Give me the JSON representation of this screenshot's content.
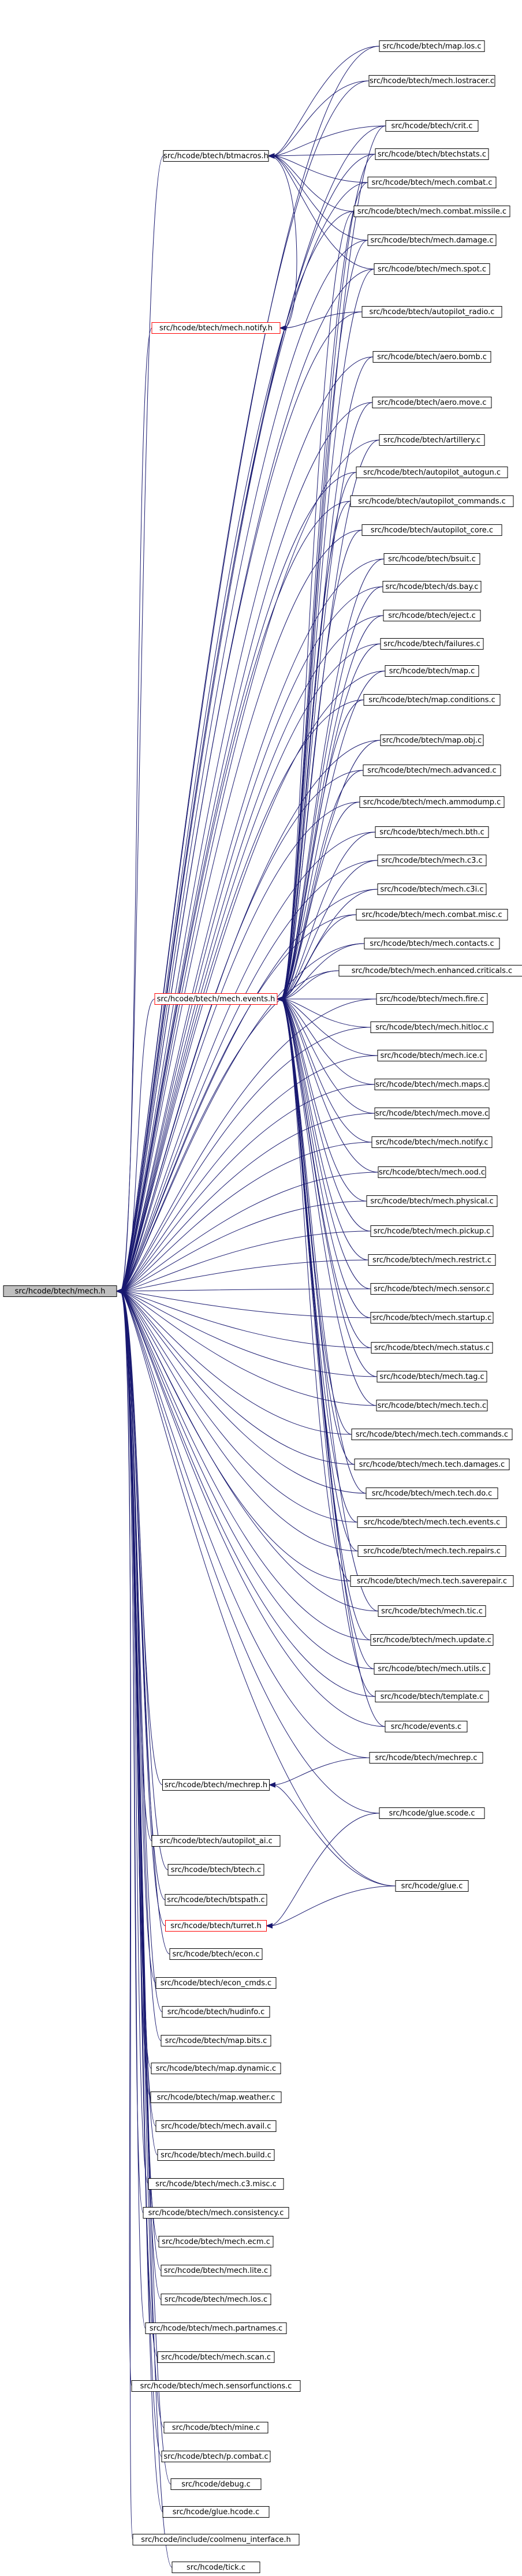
{
  "diagram": {
    "type": "include-dependency-graph",
    "colors": {
      "edge": "#191970",
      "node_border": "#000000",
      "node_border_highlight": "#ff0000",
      "root_fill": "#bfbfbf",
      "node_fill": "#ffffff"
    },
    "nodes": [
      {
        "id": "mech_h",
        "label": "src/hcode/btech/mech.h",
        "root": true
      },
      {
        "id": "btmacros_h",
        "label": "src/hcode/btech/btmacros.h"
      },
      {
        "id": "mech_notify_h",
        "label": "src/hcode/btech/mech.notify.h",
        "red": true
      },
      {
        "id": "mech_events_h",
        "label": "src/hcode/btech/mech.events.h",
        "red": true
      },
      {
        "id": "mechrep_h",
        "label": "src/hcode/btech/mechrep.h"
      },
      {
        "id": "turret_h",
        "label": "src/hcode/btech/turret.h",
        "red": true
      },
      {
        "id": "map_los_c",
        "label": "src/hcode/btech/map.los.c"
      },
      {
        "id": "mech_lostracer_c",
        "label": "src/hcode/btech/mech.lostracer.c"
      },
      {
        "id": "crit_c",
        "label": "src/hcode/btech/crit.c"
      },
      {
        "id": "btechstats_c",
        "label": "src/hcode/btech/btechstats.c"
      },
      {
        "id": "mech_combat_c",
        "label": "src/hcode/btech/mech.combat.c"
      },
      {
        "id": "mech_combat_missile_c",
        "label": "src/hcode/btech/mech.combat.missile.c"
      },
      {
        "id": "mech_damage_c",
        "label": "src/hcode/btech/mech.damage.c"
      },
      {
        "id": "mech_spot_c",
        "label": "src/hcode/btech/mech.spot.c"
      },
      {
        "id": "autopilot_radio_c",
        "label": "src/hcode/btech/autopilot_radio.c"
      },
      {
        "id": "aero_bomb_c",
        "label": "src/hcode/btech/aero.bomb.c"
      },
      {
        "id": "aero_move_c",
        "label": "src/hcode/btech/aero.move.c"
      },
      {
        "id": "artillery_c",
        "label": "src/hcode/btech/artillery.c"
      },
      {
        "id": "autopilot_autogun_c",
        "label": "src/hcode/btech/autopilot_autogun.c"
      },
      {
        "id": "autopilot_commands_c",
        "label": "src/hcode/btech/autopilot_commands.c"
      },
      {
        "id": "autopilot_core_c",
        "label": "src/hcode/btech/autopilot_core.c"
      },
      {
        "id": "bsuit_c",
        "label": "src/hcode/btech/bsuit.c"
      },
      {
        "id": "ds_bay_c",
        "label": "src/hcode/btech/ds.bay.c"
      },
      {
        "id": "eject_c",
        "label": "src/hcode/btech/eject.c"
      },
      {
        "id": "failures_c",
        "label": "src/hcode/btech/failures.c"
      },
      {
        "id": "map_c",
        "label": "src/hcode/btech/map.c"
      },
      {
        "id": "map_conditions_c",
        "label": "src/hcode/btech/map.conditions.c"
      },
      {
        "id": "map_obj_c",
        "label": "src/hcode/btech/map.obj.c"
      },
      {
        "id": "mech_advanced_c",
        "label": "src/hcode/btech/mech.advanced.c"
      },
      {
        "id": "mech_ammodump_c",
        "label": "src/hcode/btech/mech.ammodump.c"
      },
      {
        "id": "mech_bth_c",
        "label": "src/hcode/btech/mech.bth.c"
      },
      {
        "id": "mech_c3_c",
        "label": "src/hcode/btech/mech.c3.c"
      },
      {
        "id": "mech_c3i_c",
        "label": "src/hcode/btech/mech.c3i.c"
      },
      {
        "id": "mech_combat_misc_c",
        "label": "src/hcode/btech/mech.combat.misc.c"
      },
      {
        "id": "mech_contacts_c",
        "label": "src/hcode/btech/mech.contacts.c"
      },
      {
        "id": "mech_enhanced_criticals_c",
        "label": "src/hcode/btech/mech.enhanced.criticals.c"
      },
      {
        "id": "mech_fire_c",
        "label": "src/hcode/btech/mech.fire.c"
      },
      {
        "id": "mech_hitloc_c",
        "label": "src/hcode/btech/mech.hitloc.c"
      },
      {
        "id": "mech_ice_c",
        "label": "src/hcode/btech/mech.ice.c"
      },
      {
        "id": "mech_maps_c",
        "label": "src/hcode/btech/mech.maps.c"
      },
      {
        "id": "mech_move_c",
        "label": "src/hcode/btech/mech.move.c"
      },
      {
        "id": "mech_notify_c",
        "label": "src/hcode/btech/mech.notify.c"
      },
      {
        "id": "mech_ood_c",
        "label": "src/hcode/btech/mech.ood.c"
      },
      {
        "id": "mech_physical_c",
        "label": "src/hcode/btech/mech.physical.c"
      },
      {
        "id": "mech_pickup_c",
        "label": "src/hcode/btech/mech.pickup.c"
      },
      {
        "id": "mech_restrict_c",
        "label": "src/hcode/btech/mech.restrict.c"
      },
      {
        "id": "mech_sensor_c",
        "label": "src/hcode/btech/mech.sensor.c"
      },
      {
        "id": "mech_startup_c",
        "label": "src/hcode/btech/mech.startup.c"
      },
      {
        "id": "mech_status_c",
        "label": "src/hcode/btech/mech.status.c"
      },
      {
        "id": "mech_tag_c",
        "label": "src/hcode/btech/mech.tag.c"
      },
      {
        "id": "mech_tech_c",
        "label": "src/hcode/btech/mech.tech.c"
      },
      {
        "id": "mech_tech_commands_c",
        "label": "src/hcode/btech/mech.tech.commands.c"
      },
      {
        "id": "mech_tech_damages_c",
        "label": "src/hcode/btech/mech.tech.damages.c"
      },
      {
        "id": "mech_tech_do_c",
        "label": "src/hcode/btech/mech.tech.do.c"
      },
      {
        "id": "mech_tech_events_c",
        "label": "src/hcode/btech/mech.tech.events.c"
      },
      {
        "id": "mech_tech_repairs_c",
        "label": "src/hcode/btech/mech.tech.repairs.c"
      },
      {
        "id": "mech_tech_saverepair_c",
        "label": "src/hcode/btech/mech.tech.saverepair.c"
      },
      {
        "id": "mech_tic_c",
        "label": "src/hcode/btech/mech.tic.c"
      },
      {
        "id": "mech_update_c",
        "label": "src/hcode/btech/mech.update.c"
      },
      {
        "id": "mech_utils_c",
        "label": "src/hcode/btech/mech.utils.c"
      },
      {
        "id": "template_c",
        "label": "src/hcode/btech/template.c"
      },
      {
        "id": "events_c",
        "label": "src/hcode/events.c"
      },
      {
        "id": "mechrep_c",
        "label": "src/hcode/btech/mechrep.c"
      },
      {
        "id": "glue_scode_c",
        "label": "src/hcode/glue.scode.c"
      },
      {
        "id": "glue_c",
        "label": "src/hcode/glue.c"
      },
      {
        "id": "autopilot_ai_c",
        "label": "src/hcode/btech/autopilot_ai.c"
      },
      {
        "id": "btech_c",
        "label": "src/hcode/btech/btech.c"
      },
      {
        "id": "btspath_c",
        "label": "src/hcode/btech/btspath.c"
      },
      {
        "id": "econ_c",
        "label": "src/hcode/btech/econ.c"
      },
      {
        "id": "econ_cmds_c",
        "label": "src/hcode/btech/econ_cmds.c"
      },
      {
        "id": "hudinfo_c",
        "label": "src/hcode/btech/hudinfo.c"
      },
      {
        "id": "map_bits_c",
        "label": "src/hcode/btech/map.bits.c"
      },
      {
        "id": "map_dynamic_c",
        "label": "src/hcode/btech/map.dynamic.c"
      },
      {
        "id": "map_weather_c",
        "label": "src/hcode/btech/map.weather.c"
      },
      {
        "id": "mech_avail_c",
        "label": "src/hcode/btech/mech.avail.c"
      },
      {
        "id": "mech_build_c",
        "label": "src/hcode/btech/mech.build.c"
      },
      {
        "id": "mech_c3_misc_c",
        "label": "src/hcode/btech/mech.c3.misc.c"
      },
      {
        "id": "mech_consistency_c",
        "label": "src/hcode/btech/mech.consistency.c"
      },
      {
        "id": "mech_ecm_c",
        "label": "src/hcode/btech/mech.ecm.c"
      },
      {
        "id": "mech_lite_c",
        "label": "src/hcode/btech/mech.lite.c"
      },
      {
        "id": "mech_los_c",
        "label": "src/hcode/btech/mech.los.c"
      },
      {
        "id": "mech_partnames_c",
        "label": "src/hcode/btech/mech.partnames.c"
      },
      {
        "id": "mech_scan_c",
        "label": "src/hcode/btech/mech.scan.c"
      },
      {
        "id": "mech_sensorfunctions_c",
        "label": "src/hcode/btech/mech.sensorfunctions.c"
      },
      {
        "id": "mine_c",
        "label": "src/hcode/btech/mine.c"
      },
      {
        "id": "p_combat_c",
        "label": "src/hcode/btech/p.combat.c"
      },
      {
        "id": "debug_c",
        "label": "src/hcode/debug.c"
      },
      {
        "id": "glue_hcode_c",
        "label": "src/hcode/glue.hcode.c"
      },
      {
        "id": "coolmenu_interface_h",
        "label": "src/hcode/include/coolmenu_interface.h"
      },
      {
        "id": "tick_c",
        "label": "src/hcode/tick.c"
      }
    ],
    "edges": [
      [
        "mech_h",
        "btmacros_h"
      ],
      [
        "mech_h",
        "mech_notify_h"
      ],
      [
        "mech_h",
        "mech_events_h"
      ],
      [
        "mech_h",
        "mechrep_h"
      ],
      [
        "mech_h",
        "turret_h"
      ],
      [
        "mech_h",
        "map_los_c"
      ],
      [
        "mech_h",
        "mech_lostracer_c"
      ],
      [
        "mech_h",
        "crit_c"
      ],
      [
        "mech_h",
        "btechstats_c"
      ],
      [
        "mech_h",
        "mech_combat_c"
      ],
      [
        "mech_h",
        "mech_combat_missile_c"
      ],
      [
        "mech_h",
        "mech_damage_c"
      ],
      [
        "mech_h",
        "mech_spot_c"
      ],
      [
        "mech_h",
        "autopilot_radio_c"
      ],
      [
        "mech_h",
        "aero_bomb_c"
      ],
      [
        "mech_h",
        "aero_move_c"
      ],
      [
        "mech_h",
        "artillery_c"
      ],
      [
        "mech_h",
        "autopilot_autogun_c"
      ],
      [
        "mech_h",
        "autopilot_commands_c"
      ],
      [
        "mech_h",
        "autopilot_core_c"
      ],
      [
        "mech_h",
        "bsuit_c"
      ],
      [
        "mech_h",
        "ds_bay_c"
      ],
      [
        "mech_h",
        "eject_c"
      ],
      [
        "mech_h",
        "failures_c"
      ],
      [
        "mech_h",
        "map_c"
      ],
      [
        "mech_h",
        "map_conditions_c"
      ],
      [
        "mech_h",
        "map_obj_c"
      ],
      [
        "mech_h",
        "mech_advanced_c"
      ],
      [
        "mech_h",
        "mech_ammodump_c"
      ],
      [
        "mech_h",
        "mech_bth_c"
      ],
      [
        "mech_h",
        "mech_c3_c"
      ],
      [
        "mech_h",
        "mech_c3i_c"
      ],
      [
        "mech_h",
        "mech_combat_misc_c"
      ],
      [
        "mech_h",
        "mech_contacts_c"
      ],
      [
        "mech_h",
        "mech_enhanced_criticals_c"
      ],
      [
        "mech_h",
        "mech_fire_c"
      ],
      [
        "mech_h",
        "mech_hitloc_c"
      ],
      [
        "mech_h",
        "mech_ice_c"
      ],
      [
        "mech_h",
        "mech_maps_c"
      ],
      [
        "mech_h",
        "mech_move_c"
      ],
      [
        "mech_h",
        "mech_notify_c"
      ],
      [
        "mech_h",
        "mech_ood_c"
      ],
      [
        "mech_h",
        "mech_physical_c"
      ],
      [
        "mech_h",
        "mech_pickup_c"
      ],
      [
        "mech_h",
        "mech_restrict_c"
      ],
      [
        "mech_h",
        "mech_sensor_c"
      ],
      [
        "mech_h",
        "mech_startup_c"
      ],
      [
        "mech_h",
        "mech_status_c"
      ],
      [
        "mech_h",
        "mech_tag_c"
      ],
      [
        "mech_h",
        "mech_tech_c"
      ],
      [
        "mech_h",
        "mech_tech_commands_c"
      ],
      [
        "mech_h",
        "mech_tech_damages_c"
      ],
      [
        "mech_h",
        "mech_tech_do_c"
      ],
      [
        "mech_h",
        "mech_tech_events_c"
      ],
      [
        "mech_h",
        "mech_tech_repairs_c"
      ],
      [
        "mech_h",
        "mech_tech_saverepair_c"
      ],
      [
        "mech_h",
        "mech_tic_c"
      ],
      [
        "mech_h",
        "mech_update_c"
      ],
      [
        "mech_h",
        "mech_utils_c"
      ],
      [
        "mech_h",
        "template_c"
      ],
      [
        "mech_h",
        "events_c"
      ],
      [
        "mech_h",
        "mechrep_c"
      ],
      [
        "mech_h",
        "glue_scode_c"
      ],
      [
        "mech_h",
        "glue_c"
      ],
      [
        "mech_h",
        "autopilot_ai_c"
      ],
      [
        "mech_h",
        "btech_c"
      ],
      [
        "mech_h",
        "btspath_c"
      ],
      [
        "mech_h",
        "econ_c"
      ],
      [
        "mech_h",
        "econ_cmds_c"
      ],
      [
        "mech_h",
        "hudinfo_c"
      ],
      [
        "mech_h",
        "map_bits_c"
      ],
      [
        "mech_h",
        "map_dynamic_c"
      ],
      [
        "mech_h",
        "map_weather_c"
      ],
      [
        "mech_h",
        "mech_avail_c"
      ],
      [
        "mech_h",
        "mech_build_c"
      ],
      [
        "mech_h",
        "mech_c3_misc_c"
      ],
      [
        "mech_h",
        "mech_consistency_c"
      ],
      [
        "mech_h",
        "mech_ecm_c"
      ],
      [
        "mech_h",
        "mech_lite_c"
      ],
      [
        "mech_h",
        "mech_los_c"
      ],
      [
        "mech_h",
        "mech_partnames_c"
      ],
      [
        "mech_h",
        "mech_scan_c"
      ],
      [
        "mech_h",
        "mech_sensorfunctions_c"
      ],
      [
        "mech_h",
        "mine_c"
      ],
      [
        "mech_h",
        "p_combat_c"
      ],
      [
        "mech_h",
        "debug_c"
      ],
      [
        "mech_h",
        "glue_hcode_c"
      ],
      [
        "mech_h",
        "coolmenu_interface_h"
      ],
      [
        "mech_h",
        "tick_c"
      ],
      [
        "btmacros_h",
        "map_los_c"
      ],
      [
        "btmacros_h",
        "mech_lostracer_c"
      ],
      [
        "btmacros_h",
        "crit_c"
      ],
      [
        "btmacros_h",
        "btechstats_c"
      ],
      [
        "btmacros_h",
        "mech_combat_c"
      ],
      [
        "btmacros_h",
        "mech_combat_missile_c"
      ],
      [
        "btmacros_h",
        "mech_damage_c"
      ],
      [
        "btmacros_h",
        "mech_spot_c"
      ],
      [
        "mech_notify_h",
        "btmacros_h"
      ],
      [
        "mech_notify_h",
        "autopilot_radio_c"
      ],
      [
        "mech_events_h",
        "aero_bomb_c"
      ],
      [
        "mech_events_h",
        "aero_move_c"
      ],
      [
        "mech_events_h",
        "artillery_c"
      ],
      [
        "mech_events_h",
        "autopilot_autogun_c"
      ],
      [
        "mech_events_h",
        "autopilot_commands_c"
      ],
      [
        "mech_events_h",
        "autopilot_core_c"
      ],
      [
        "mech_events_h",
        "bsuit_c"
      ],
      [
        "mech_events_h",
        "ds_bay_c"
      ],
      [
        "mech_events_h",
        "eject_c"
      ],
      [
        "mech_events_h",
        "failures_c"
      ],
      [
        "mech_events_h",
        "map_c"
      ],
      [
        "mech_events_h",
        "map_conditions_c"
      ],
      [
        "mech_events_h",
        "map_obj_c"
      ],
      [
        "mech_events_h",
        "mech_advanced_c"
      ],
      [
        "mech_events_h",
        "mech_ammodump_c"
      ],
      [
        "mech_events_h",
        "mech_bth_c"
      ],
      [
        "mech_events_h",
        "mech_c3_c"
      ],
      [
        "mech_events_h",
        "mech_c3i_c"
      ],
      [
        "mech_events_h",
        "mech_combat_misc_c"
      ],
      [
        "mech_events_h",
        "mech_contacts_c"
      ],
      [
        "mech_events_h",
        "mech_enhanced_criticals_c"
      ],
      [
        "mech_events_h",
        "mech_fire_c"
      ],
      [
        "mech_events_h",
        "mech_hitloc_c"
      ],
      [
        "mech_events_h",
        "mech_ice_c"
      ],
      [
        "mech_events_h",
        "mech_maps_c"
      ],
      [
        "mech_events_h",
        "mech_move_c"
      ],
      [
        "mech_events_h",
        "mech_notify_c"
      ],
      [
        "mech_events_h",
        "mech_ood_c"
      ],
      [
        "mech_events_h",
        "mech_physical_c"
      ],
      [
        "mech_events_h",
        "mech_pickup_c"
      ],
      [
        "mech_events_h",
        "mech_restrict_c"
      ],
      [
        "mech_events_h",
        "mech_sensor_c"
      ],
      [
        "mech_events_h",
        "mech_startup_c"
      ],
      [
        "mech_events_h",
        "mech_status_c"
      ],
      [
        "mech_events_h",
        "mech_tag_c"
      ],
      [
        "mech_events_h",
        "mech_tech_c"
      ],
      [
        "mech_events_h",
        "mech_tech_commands_c"
      ],
      [
        "mech_events_h",
        "mech_tech_damages_c"
      ],
      [
        "mech_events_h",
        "mech_tech_do_c"
      ],
      [
        "mech_events_h",
        "mech_tech_events_c"
      ],
      [
        "mech_events_h",
        "mech_tech_repairs_c"
      ],
      [
        "mech_events_h",
        "mech_tech_saverepair_c"
      ],
      [
        "mech_events_h",
        "mech_tic_c"
      ],
      [
        "mech_events_h",
        "mech_update_c"
      ],
      [
        "mech_events_h",
        "mech_utils_c"
      ],
      [
        "mech_events_h",
        "template_c"
      ],
      [
        "mech_events_h",
        "events_c"
      ],
      [
        "mech_events_h",
        "mech_combat_c"
      ],
      [
        "mech_events_h",
        "mech_damage_c"
      ],
      [
        "mech_events_h",
        "crit_c"
      ],
      [
        "mech_events_h",
        "btechstats_c"
      ],
      [
        "mech_events_h",
        "mech_combat_missile_c"
      ],
      [
        "mech_events_h",
        "mech_spot_c"
      ],
      [
        "mechrep_h",
        "mechrep_c"
      ],
      [
        "mechrep_h",
        "glue_c"
      ],
      [
        "turret_h",
        "glue_scode_c"
      ],
      [
        "turret_h",
        "glue_c"
      ]
    ]
  }
}
